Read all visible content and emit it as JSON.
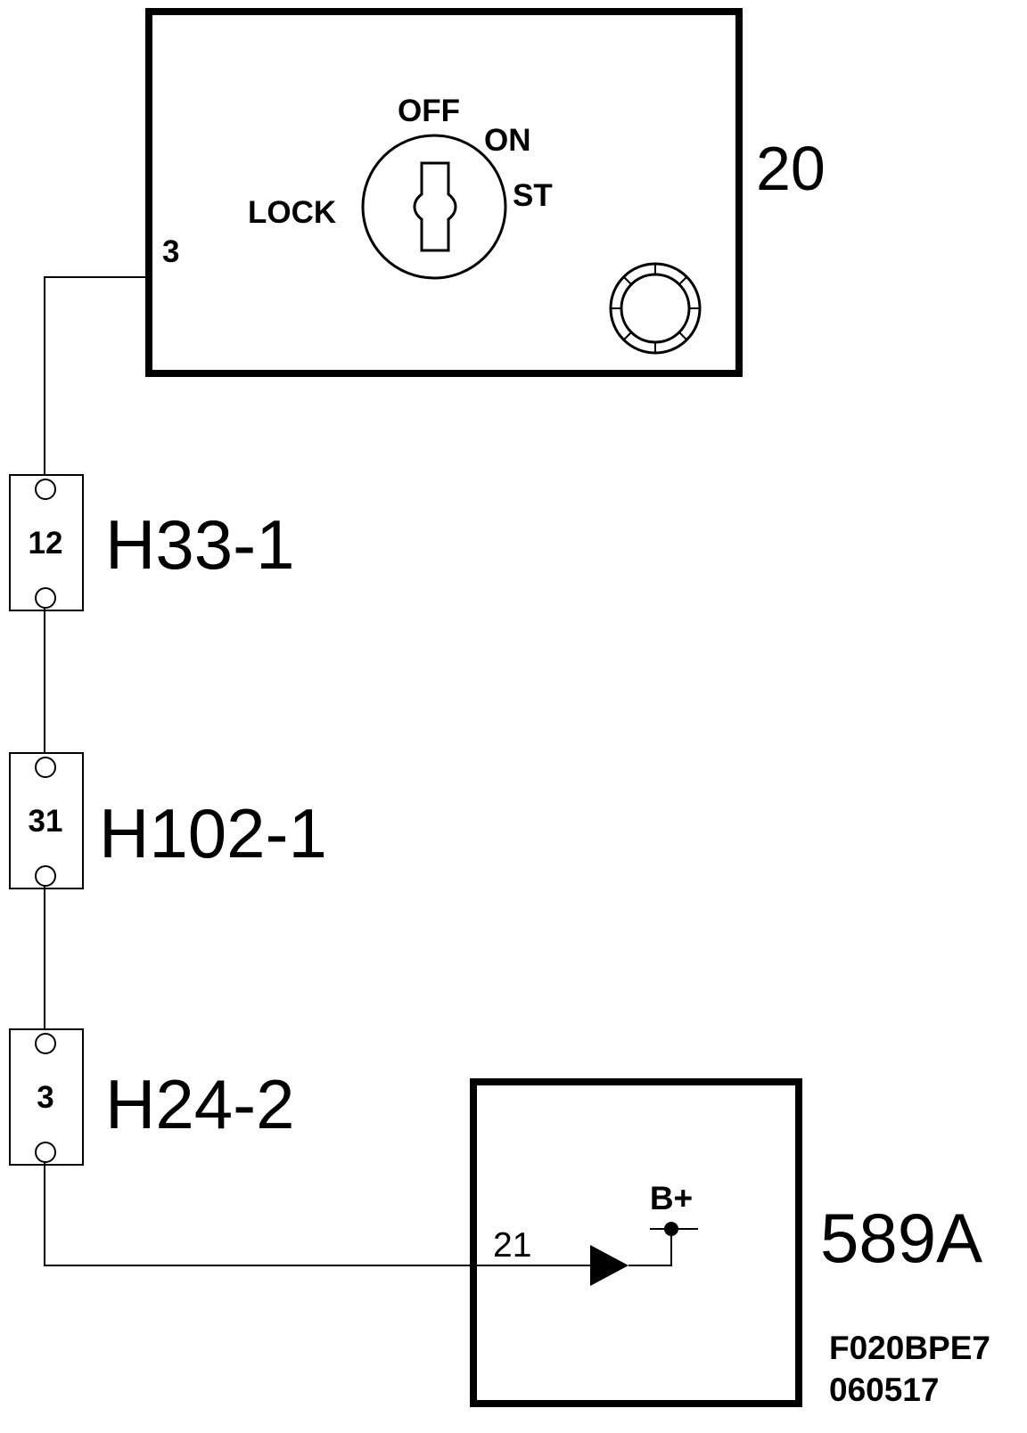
{
  "ignition_switch": {
    "id": "20",
    "pin": "3",
    "positions": {
      "off": "OFF",
      "on": "ON",
      "start": "ST",
      "lock": "LOCK"
    }
  },
  "connectors": [
    {
      "id": "H33-1",
      "pin": "12"
    },
    {
      "id": "H102-1",
      "pin": "31"
    },
    {
      "id": "H24-2",
      "pin": "3"
    }
  ],
  "module": {
    "id": "589A",
    "pin": "21",
    "supply": "B+"
  },
  "figure_code": {
    "line1": "F020BPE7",
    "line2": "060517"
  }
}
